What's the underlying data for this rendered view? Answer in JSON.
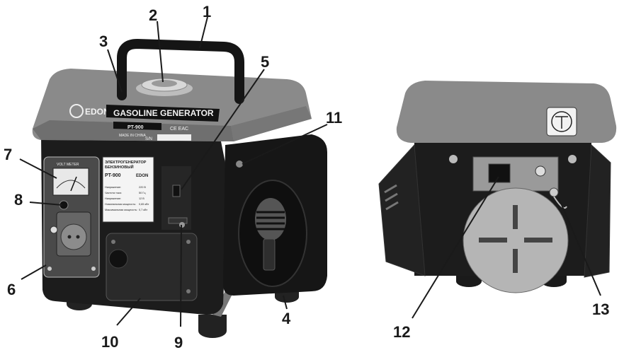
{
  "callouts": [
    "1",
    "2",
    "3",
    "4",
    "5",
    "6",
    "7",
    "8",
    "9",
    "10",
    "11",
    "12",
    "13"
  ],
  "front": {
    "brand": "EDON",
    "banner": "GASOLINE GENERATOR",
    "model": "PT-900",
    "made_in": "MADE IN CHINA",
    "serial_prefix": "S/N",
    "cert_marks": "CE EAC",
    "volt_meter": "VOLT METER",
    "plate": {
      "title_line1": "ЭЛЕКТРОГЕНЕРАТОР",
      "title_line2": "БЕНЗИНОВЫЙ",
      "model": "PT-900",
      "brand": "EDON",
      "rows": [
        {
          "label": "Напряжение:",
          "value": "220 В"
        },
        {
          "label": "Частота тока:",
          "value": "50 Гц"
        },
        {
          "label": "Напряжение:",
          "value": "12 В"
        },
        {
          "label": "Номинальная мощность:",
          "value": "0,65 кВт"
        },
        {
          "label": "Максимальная мощность:",
          "value": "0,7 кВт"
        }
      ]
    }
  },
  "colors": {
    "hood": "#8a8a8a",
    "hood_dark": "#6f6f6f",
    "body": "#1c1c1c",
    "frame": "#2a2a2a",
    "panel": "#4a4a4a",
    "ink": "#1a1a1a"
  }
}
